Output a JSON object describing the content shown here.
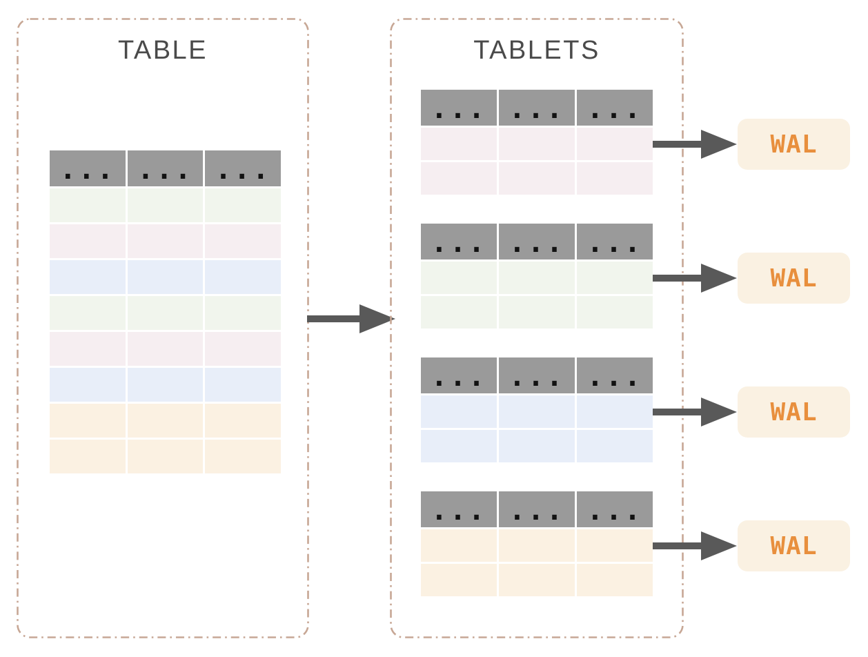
{
  "left_panel": {
    "title": "TABLE",
    "table": {
      "columns": 3,
      "header_ellipsis": "...",
      "row_colors": [
        "green",
        "pink",
        "blue",
        "green",
        "pink",
        "blue",
        "orange",
        "orange"
      ]
    }
  },
  "right_panel": {
    "title": "TABLETS",
    "tablets": [
      {
        "header_ellipsis": "...",
        "row_color": "pink",
        "rows": 2,
        "wal_label": "WAL"
      },
      {
        "header_ellipsis": "...",
        "row_color": "green",
        "rows": 2,
        "wal_label": "WAL"
      },
      {
        "header_ellipsis": "...",
        "row_color": "blue",
        "rows": 2,
        "wal_label": "WAL"
      },
      {
        "header_ellipsis": "...",
        "row_color": "orange",
        "rows": 2,
        "wal_label": "WAL"
      }
    ]
  },
  "glyphs": {
    "ellipsis": "..."
  },
  "colors": {
    "panel_border": "#c7a795",
    "title_text": "#4a4a4a",
    "table_header_bg": "#9a9a9a",
    "header_dot": "#121212",
    "row_green": "#f1f5ed",
    "row_pink": "#f6eef1",
    "row_blue": "#e8eef9",
    "row_orange": "#fbf1e2",
    "arrow": "#595959",
    "wal_bg": "#faf1e2",
    "wal_text": "#e88f3d"
  }
}
